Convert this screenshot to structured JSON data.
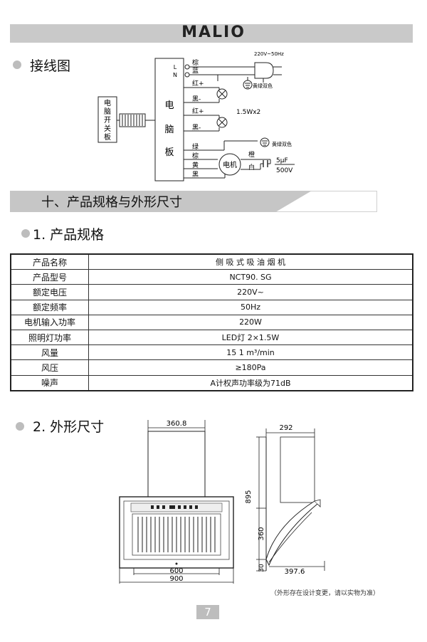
{
  "header": {
    "brand": "MALIO"
  },
  "wiring": {
    "title": "接线图",
    "switch_label": [
      "电",
      "脑",
      "开",
      "关",
      "板"
    ],
    "board_label": [
      "电",
      "脑",
      "板"
    ],
    "L": "L",
    "N": "N",
    "power": "220V~50Hz",
    "brown": "棕",
    "blue": "蓝",
    "ground1": "黄绿双色",
    "red1": "红+",
    "black1": "黑-",
    "red2": "红+",
    "black2": "黑-",
    "lamp_power": "1.5Wx2",
    "green": "绿",
    "brown2": "棕",
    "yellow": "黄",
    "black3": "黑",
    "motor": "电机",
    "orange": "橙",
    "white": "白",
    "ground2": "黄绿双色",
    "cap_top": "5μF",
    "cap_bottom": "500V"
  },
  "section10": {
    "title": "十、产品规格与外形尺寸"
  },
  "specs": {
    "title": "1. 产品规格",
    "rows": [
      {
        "key": "产品名称",
        "value": "侧 吸 式 吸 油 烟 机"
      },
      {
        "key": "产品型号",
        "value": "NCT90. SG"
      },
      {
        "key": "额定电压",
        "value": "220V~"
      },
      {
        "key": "额定频率",
        "value": "50Hz"
      },
      {
        "key": "电机输入功率",
        "value": "220W"
      },
      {
        "key": "照明灯功率",
        "value": "LED灯  2×1.5W"
      },
      {
        "key": "风量",
        "value": "15 1  m³/min"
      },
      {
        "key": "风压",
        "value": "≥180Pa"
      },
      {
        "key": "噪声",
        "value": "A计权声功率级为71dB"
      }
    ]
  },
  "dimensions": {
    "title": "2. 外形尺寸",
    "front_top": "360.8",
    "front_600": "600",
    "front_900": "900",
    "side_top": "292",
    "side_895": "895",
    "side_360": "360",
    "side_30": "30",
    "side_397": "397.6",
    "note": "（外形存在设计变更，请以实物为准）"
  },
  "page_number": "7"
}
